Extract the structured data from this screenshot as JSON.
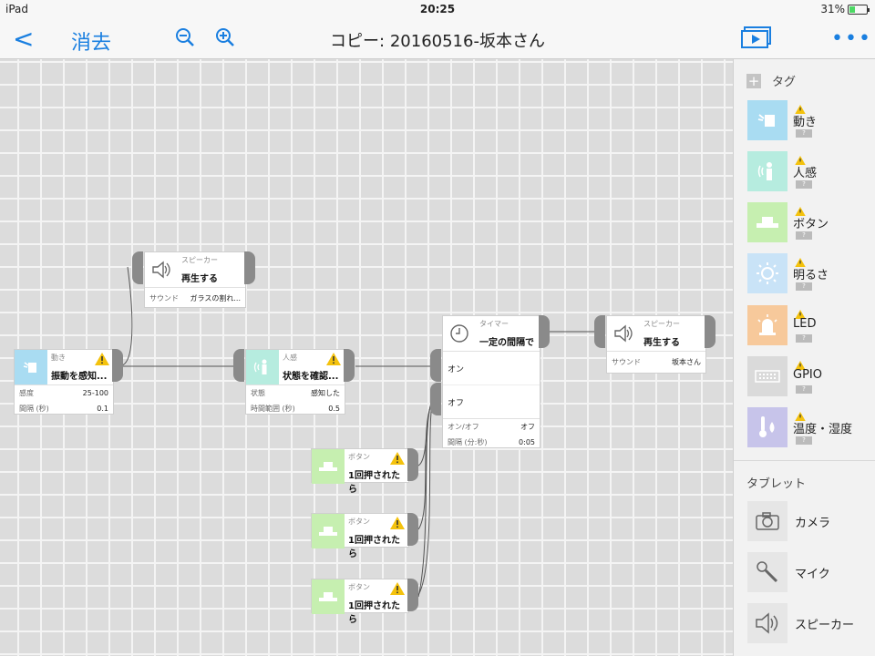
{
  "status": {
    "device": "iPad",
    "time": "20:25",
    "battery": "31%",
    "battery_level": 0.31
  },
  "nav": {
    "back_glyph": "<",
    "delete_label": "消去",
    "title": "コピー: 20160516-坂本さん"
  },
  "blocks": {
    "speaker1": {
      "type": "スピーカー",
      "name": "再生する",
      "rows": [
        [
          "サウンド",
          "ガラスの割れ..."
        ]
      ]
    },
    "motion": {
      "type": "動き",
      "name": "振動を感知...",
      "rows": [
        [
          "感度",
          "25-100"
        ],
        [
          "間隔 (秒)",
          "0.1"
        ]
      ]
    },
    "human": {
      "type": "人感",
      "name": "状態を確認...",
      "rows": [
        [
          "状態",
          "感知した"
        ],
        [
          "時間範囲 (秒)",
          "0.5"
        ]
      ]
    },
    "timer": {
      "type": "タイマー",
      "name": "一定の間隔で",
      "on": "オン",
      "off": "オフ",
      "rows": [
        [
          "オン/オフ",
          "オフ"
        ],
        [
          "間隔 (分:秒)",
          "0:05"
        ]
      ]
    },
    "speaker2": {
      "type": "スピーカー",
      "name": "再生する",
      "rows": [
        [
          "サウンド",
          "坂本さん"
        ]
      ]
    },
    "button1": {
      "type": "ボタン",
      "name": "1回押されたら"
    },
    "button2": {
      "type": "ボタン",
      "name": "1回押されたら"
    },
    "button3": {
      "type": "ボタン",
      "name": "1回押されたら"
    }
  },
  "sidebar": {
    "tags_header": "タグ",
    "tags": [
      {
        "label": "動き",
        "badge": "?",
        "color": "#a9dcf2",
        "icon": "motion-icon"
      },
      {
        "label": "人感",
        "badge": "?",
        "color": "#b6ecdf",
        "icon": "human-sensor-icon"
      },
      {
        "label": "ボタン",
        "badge": "?",
        "color": "#c6efb0",
        "icon": "button-icon"
      },
      {
        "label": "明るさ",
        "badge": "?",
        "color": "#c9e3f7",
        "icon": "brightness-icon"
      },
      {
        "label": "LED",
        "badge": "?",
        "color": "#f7c99b",
        "icon": "led-icon"
      },
      {
        "label": "GPIO",
        "badge": "?",
        "color": "#dadada",
        "icon": "gpio-icon"
      },
      {
        "label": "温度・湿度",
        "badge": "?",
        "color": "#c7c4ea",
        "icon": "temp-humidity-icon"
      }
    ],
    "tablet_header": "タブレット",
    "tablet": [
      {
        "label": "カメラ",
        "icon": "camera-icon"
      },
      {
        "label": "マイク",
        "icon": "microphone-icon"
      },
      {
        "label": "スピーカー",
        "icon": "speaker-icon"
      }
    ]
  },
  "colors": {
    "accent": "#1a7fe0",
    "warning": "#f4c20d"
  }
}
